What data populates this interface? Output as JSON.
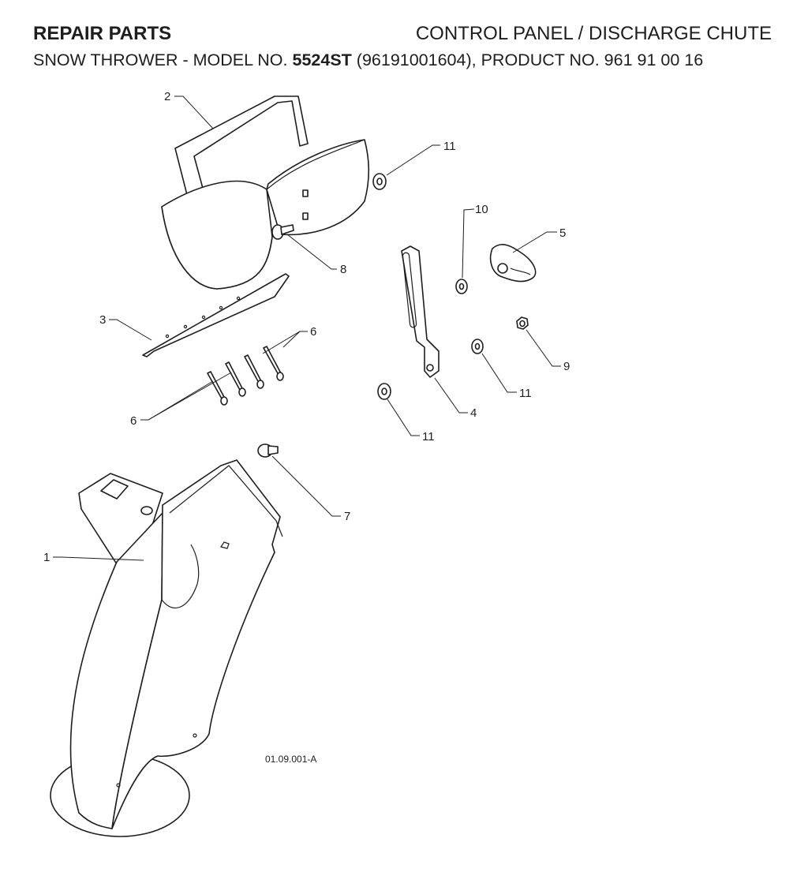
{
  "header": {
    "title_left": "REPAIR PARTS",
    "title_right": "CONTROL PANEL / DISCHARGE CHUTE",
    "subtitle_prefix": "SNOW THROWER - MODEL NO.",
    "model": "5524ST",
    "subtitle_suffix": "(96191001604), PRODUCT NO. 961 91 00 16"
  },
  "callouts": {
    "c1": "1",
    "c2": "2",
    "c3": "3",
    "c4": "4",
    "c5": "5",
    "c6a": "6",
    "c6b": "6",
    "c7": "7",
    "c8": "8",
    "c9": "9",
    "c10": "10",
    "c11a": "11",
    "c11b": "11",
    "c11c": "11"
  },
  "drawing_code": "01.09.001-A"
}
